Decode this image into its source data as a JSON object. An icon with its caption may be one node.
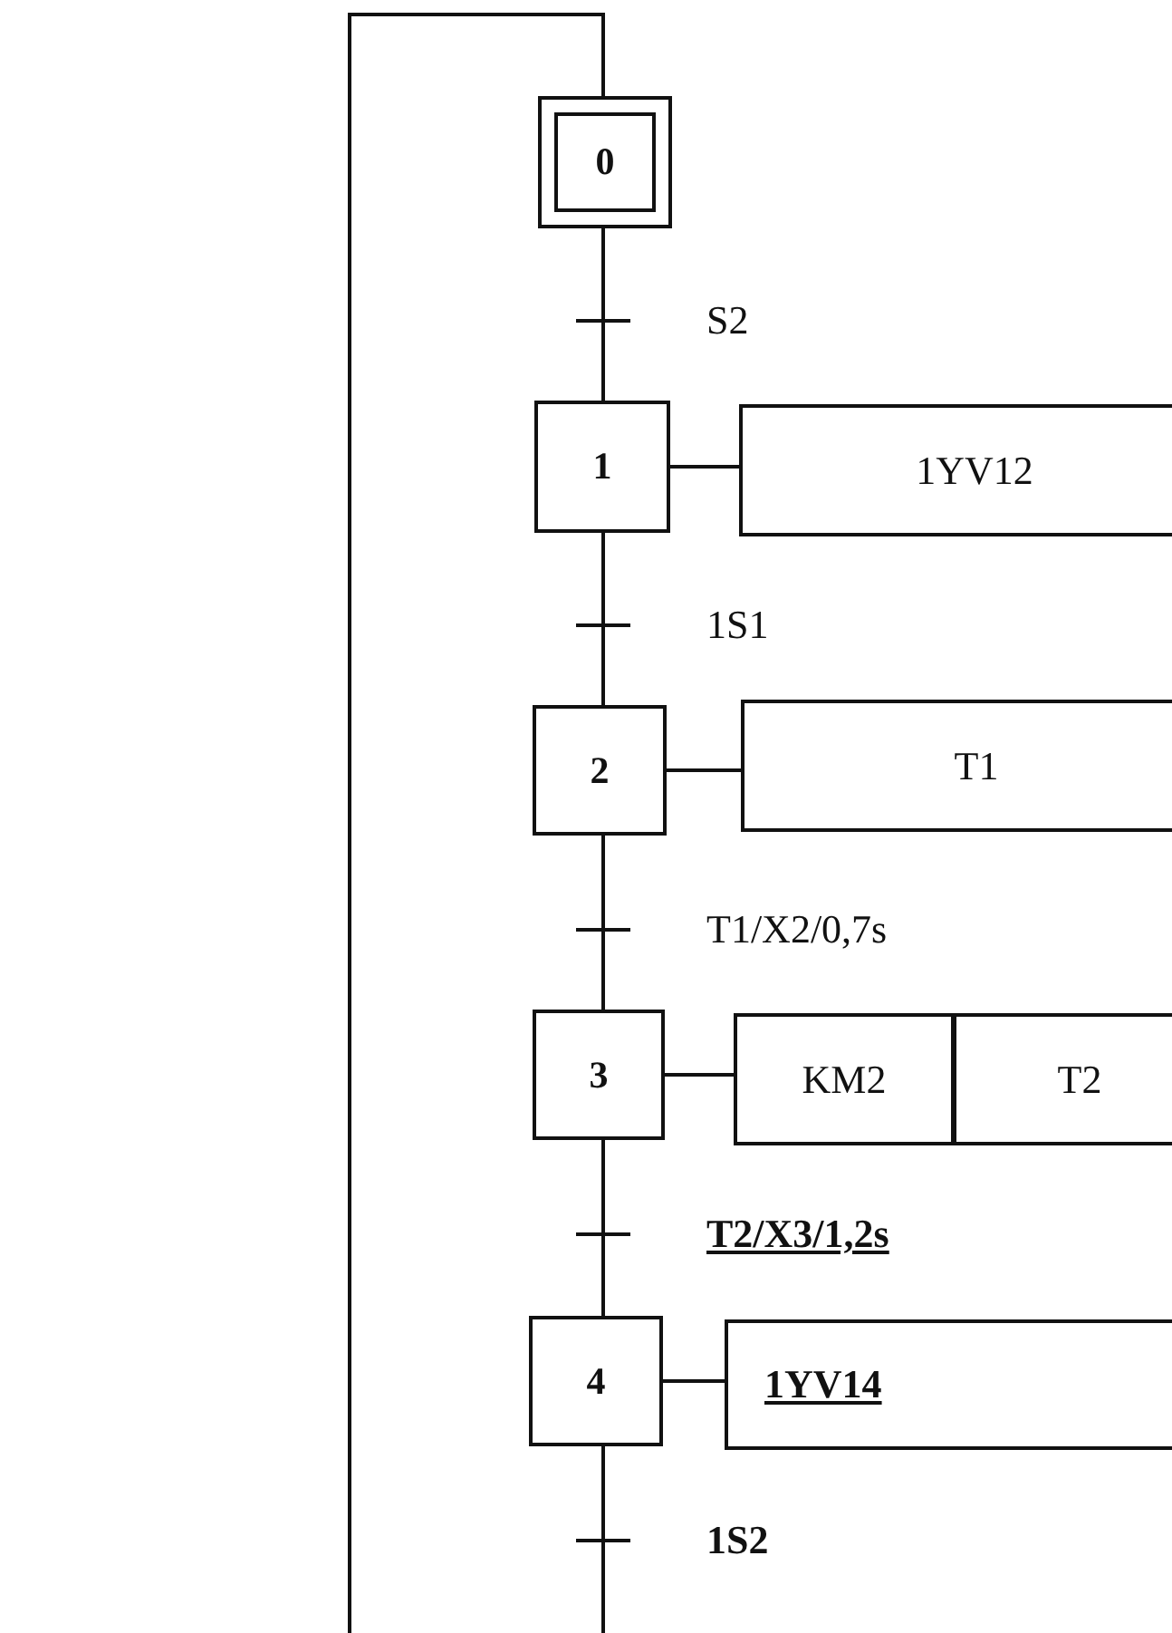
{
  "diagram": {
    "nodes": [
      {
        "text": [
          "0"
        ]
      },
      {
        "text": [
          "1"
        ]
      },
      {
        "text": [
          "1YV12"
        ]
      },
      {
        "text": [
          "2"
        ]
      },
      {
        "text": [
          "T1"
        ]
      },
      {
        "text": [
          "3"
        ]
      },
      {
        "text": [
          "KM2"
        ]
      },
      {
        "text": [
          "T2"
        ]
      },
      {
        "text": [
          "4"
        ]
      },
      {
        "text": [
          "1YV14"
        ]
      }
    ],
    "edges": [
      {
        "from": 0,
        "to": 1,
        "arrow": "none",
        "label": "S2"
      },
      {
        "from": 1,
        "to": 3,
        "arrow": "none",
        "label": "1S1"
      },
      {
        "from": 3,
        "to": 5,
        "arrow": "none",
        "label": "T1/X2/0,7s"
      },
      {
        "from": 5,
        "to": 8,
        "arrow": "none",
        "label": "T2/X3/1,2s"
      },
      {
        "from": 8,
        "to": 0,
        "arrow": "none",
        "label": "1S2"
      },
      {
        "from": 1,
        "to": 2,
        "arrow": "none"
      },
      {
        "from": 3,
        "to": 4,
        "arrow": "none"
      },
      {
        "from": 5,
        "to": 6,
        "arrow": "none"
      },
      {
        "from": 8,
        "to": 9,
        "arrow": "none"
      }
    ]
  }
}
